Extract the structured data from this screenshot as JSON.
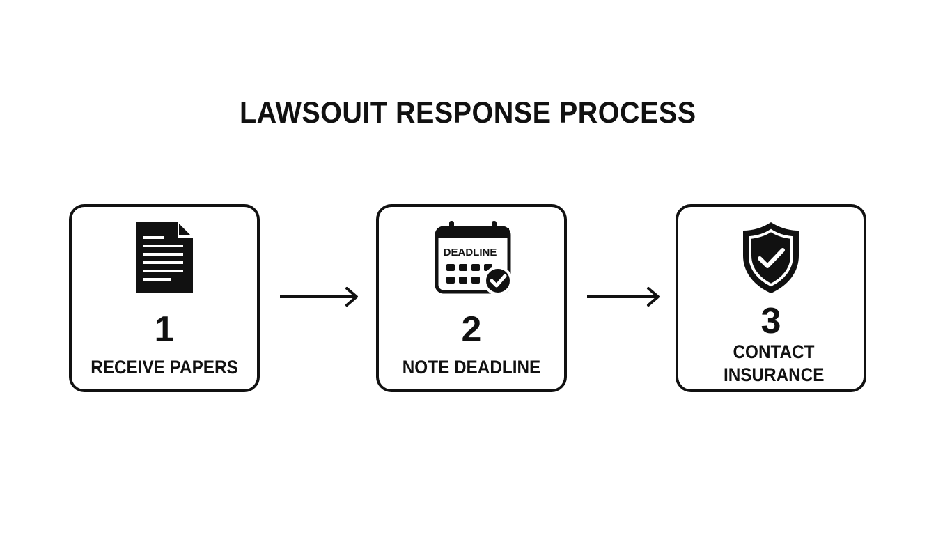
{
  "title": "LAWSOUIT RESPONSE PROCESS",
  "steps": [
    {
      "number": "1",
      "label": "RECEIVE PAPERS",
      "icon": "document-icon"
    },
    {
      "number": "2",
      "label": "NOTE DEADLINE",
      "icon": "calendar-check-icon",
      "icon_text": "DEADLINE"
    },
    {
      "number": "3",
      "label": "CONTACT INSURANCE",
      "icon": "shield-check-icon"
    }
  ],
  "colors": {
    "ink": "#111111",
    "background": "#ffffff"
  }
}
